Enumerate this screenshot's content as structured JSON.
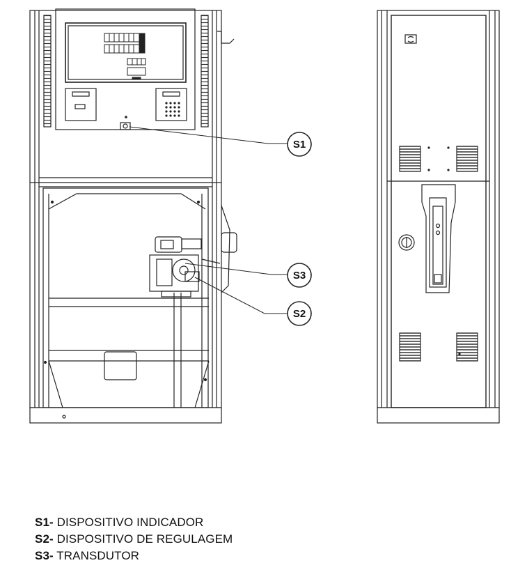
{
  "callouts": {
    "s1": "S1",
    "s2": "S2",
    "s3": "S3"
  },
  "legend": [
    {
      "code": "S1-",
      "text": " DISPOSITIVO INDICADOR"
    },
    {
      "code": "S2-",
      "text": " DISPOSITIVO DE REGULAGEM"
    },
    {
      "code": "S3-",
      "text": " TRANSDUTOR"
    }
  ]
}
